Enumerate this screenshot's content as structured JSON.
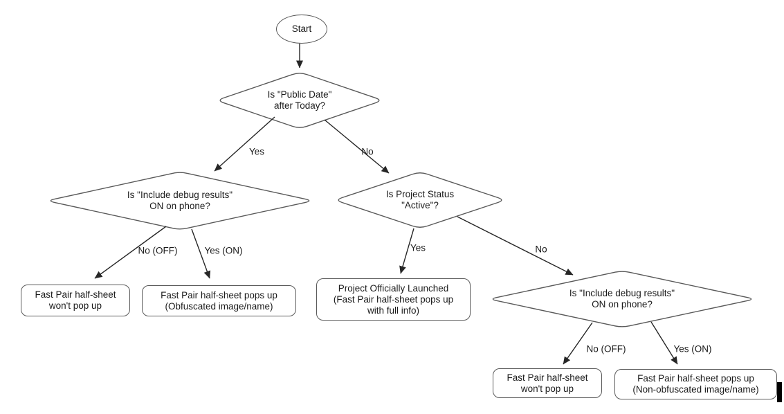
{
  "flowchart": {
    "nodes": {
      "start": "Start",
      "public_date": "Is \"Public Date\"\nafter Today?",
      "debug_left": "Is \"Include debug results\"\nON on phone?",
      "project_status": "Is Project Status\n\"Active\"?",
      "debug_right": "Is \"Include debug results\"\nON on phone?",
      "no_popup_left": "Fast Pair half-sheet\nwon't pop up",
      "obfuscated": "Fast Pair half-sheet pops up\n(Obfuscated image/name)",
      "launched": "Project Officially Launched\n(Fast Pair half-sheet pops up\nwith full info)",
      "no_popup_right": "Fast Pair half-sheet\nwon't pop up",
      "non_obfuscated": "Fast Pair half-sheet pops up\n(Non-obfuscated image/name)"
    },
    "edge_labels": {
      "pd_yes": "Yes",
      "pd_no": "No",
      "dl_no": "No (OFF)",
      "dl_yes": "Yes (ON)",
      "ps_yes": "Yes",
      "ps_no": "No",
      "dr_no": "No (OFF)",
      "dr_yes": "Yes (ON)"
    },
    "colors": {
      "background": "#ffffff",
      "shape_stroke": "#595959",
      "arrow": "#262626",
      "text": "#1a1a1a",
      "cursor_bar": "#000000"
    }
  }
}
